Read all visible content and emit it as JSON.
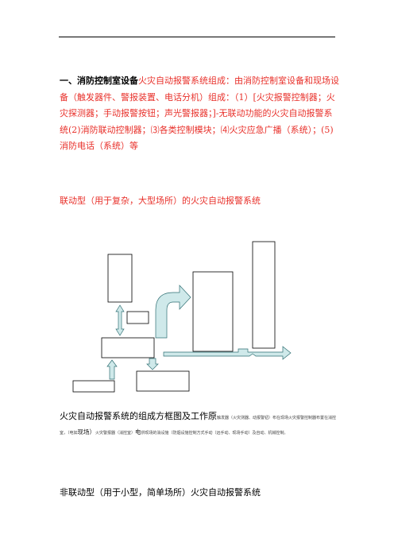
{
  "paragraph1": {
    "heading": "一、消防控制室设备",
    "body": "火灾自动报警系统组成：由消防控制室设备和现场设备（触发器件、警报装置、电话分机）组成：（1）[火灾报警控制器；火灾探测器；手动报警按钮；声光警报器；]-无联动功能的火灾自动报警系统(2)消防联动控制器；⑶各类控制模块；⑷火灾应急广播（系统）；(5)消防电话（系统）等"
  },
  "subheading_linked": "联动型（用于复杂，大型场所）的火灾自动报警系统",
  "caption": {
    "title": "火灾自动报警系统的组成方框图及工作原",
    "part1": "触发器（火灾测器、动报警钮）布在现场火灾报警控制器布置在消控室，（电如",
    "part2": "现场）",
    "part3": "火灾警报器（消控室）",
    "part4": "电",
    "part5": "供现场的消设施（防烟设施控制方式手动（远手动、现场手动）及自动、机械控制。"
  },
  "subheading_nonlinked": "非联动型（用于小型，简单场所）火灾自动报警系统",
  "colors": {
    "red_text": "#e8302a",
    "arrow_fill": "#cfe9ea",
    "arrow_stroke": "#2f6f73"
  }
}
